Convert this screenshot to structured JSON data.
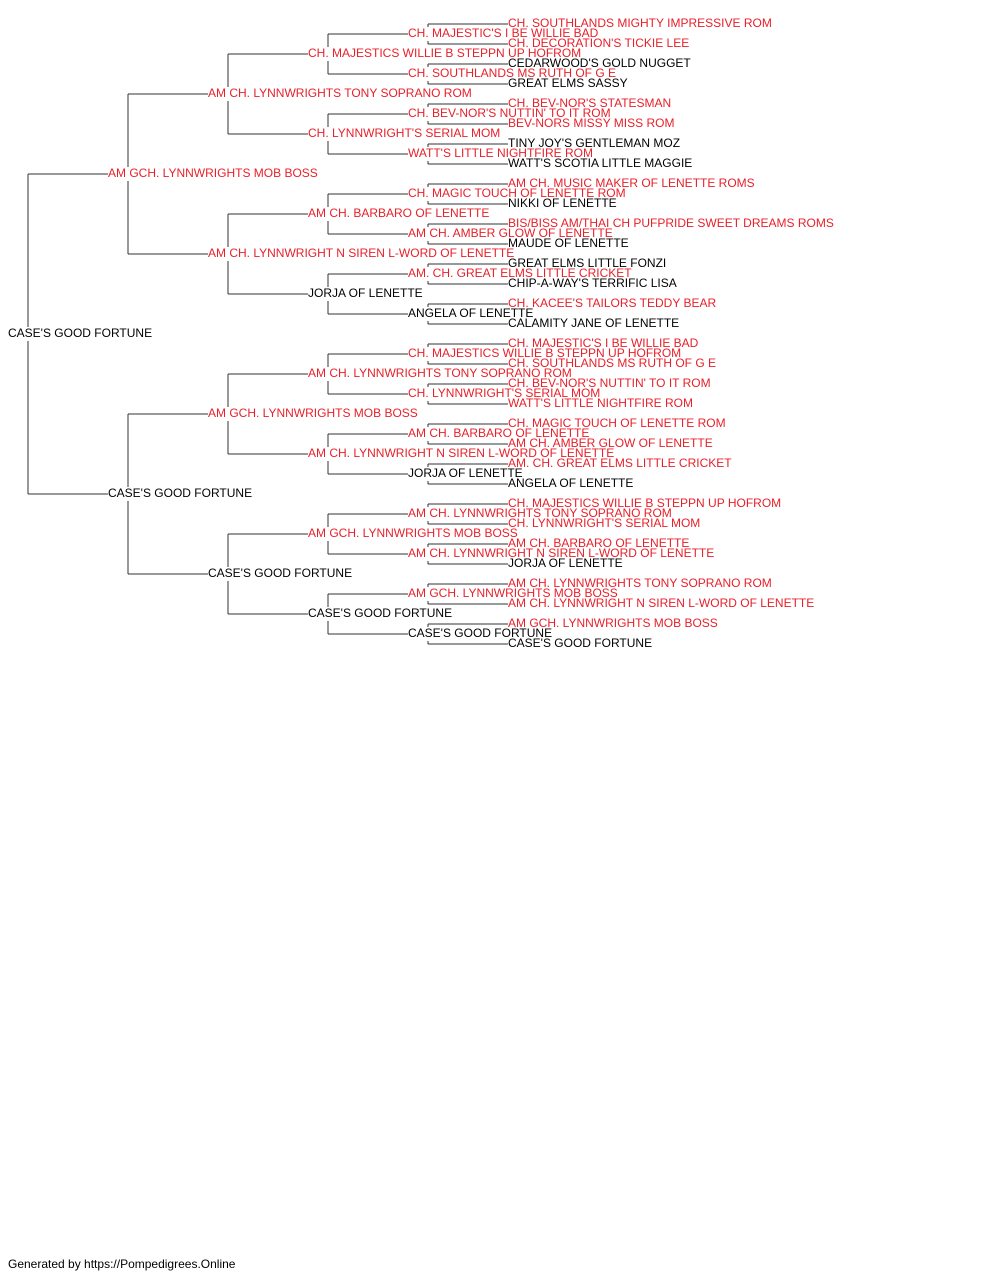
{
  "colors": {
    "titled": "#e8202a",
    "plain": "#000000",
    "line": "#333333"
  },
  "footer": "Generated by https://Pompedigrees.Online",
  "tree": {
    "name": "CASE'S GOOD FORTUNE",
    "titled": false,
    "sire": {
      "name": "AM GCH. LYNNWRIGHTS MOB BOSS",
      "titled": true,
      "sire": {
        "name": "AM CH. LYNNWRIGHTS TONY SOPRANO ROM",
        "titled": true,
        "sire": {
          "name": "CH. MAJESTICS WILLIE B STEPPN UP HOFROM",
          "titled": true,
          "sire": {
            "name": "CH. MAJESTIC'S I BE WILLIE BAD",
            "titled": true,
            "sire": {
              "name": "CH. SOUTHLANDS MIGHTY IMPRESSIVE ROM",
              "titled": true
            },
            "dam": {
              "name": "CH. DECORATION'S TICKIE LEE",
              "titled": true
            }
          },
          "dam": {
            "name": "CH. SOUTHLANDS MS RUTH OF G E",
            "titled": true,
            "sire": {
              "name": "CEDARWOOD'S GOLD NUGGET",
              "titled": false
            },
            "dam": {
              "name": "GREAT ELMS SASSY",
              "titled": false
            }
          }
        },
        "dam": {
          "name": "CH. LYNNWRIGHT'S SERIAL MOM",
          "titled": true,
          "sire": {
            "name": "CH. BEV-NOR'S NUTTIN' TO IT ROM",
            "titled": true,
            "sire": {
              "name": "CH. BEV-NOR'S STATESMAN",
              "titled": true
            },
            "dam": {
              "name": "BEV-NORS MISSY MISS ROM",
              "titled": true
            }
          },
          "dam": {
            "name": "WATT'S LITTLE NIGHTFIRE ROM",
            "titled": true,
            "sire": {
              "name": "TINY JOY'S GENTLEMAN MOZ",
              "titled": false
            },
            "dam": {
              "name": "WATT'S SCOTIA LITTLE MAGGIE",
              "titled": false
            }
          }
        }
      },
      "dam": {
        "name": "AM CH. LYNNWRIGHT N SIREN L-WORD OF LENETTE",
        "titled": true,
        "sire": {
          "name": "AM CH. BARBARO OF LENETTE",
          "titled": true,
          "sire": {
            "name": "CH. MAGIC TOUCH OF LENETTE ROM",
            "titled": true,
            "sire": {
              "name": "AM CH. MUSIC MAKER OF LENETTE ROMS",
              "titled": true
            },
            "dam": {
              "name": "NIKKI OF LENETTE",
              "titled": false
            }
          },
          "dam": {
            "name": "AM CH. AMBER GLOW OF LENETTE",
            "titled": true,
            "sire": {
              "name": "BIS/BISS AM/THAI CH PUFPRIDE SWEET DREAMS ROMS",
              "titled": true
            },
            "dam": {
              "name": "MAUDE OF LENETTE",
              "titled": false
            }
          }
        },
        "dam": {
          "name": "JORJA OF LENETTE",
          "titled": false,
          "sire": {
            "name": "AM. CH. GREAT ELMS LITTLE CRICKET",
            "titled": true,
            "sire": {
              "name": "GREAT ELMS LITTLE FONZI",
              "titled": false
            },
            "dam": {
              "name": "CHIP-A-WAY'S TERRIFIC LISA",
              "titled": false
            }
          },
          "dam": {
            "name": "ANGELA OF LENETTE",
            "titled": false,
            "sire": {
              "name": "CH. KACEE'S TAILORS TEDDY BEAR",
              "titled": true
            },
            "dam": {
              "name": "CALAMITY JANE OF LENETTE",
              "titled": false
            }
          }
        }
      }
    },
    "dam": {
      "name": "CASE'S GOOD FORTUNE",
      "titled": false,
      "sire": {
        "name": "AM GCH. LYNNWRIGHTS MOB BOSS",
        "titled": true,
        "sire": {
          "name": "AM CH. LYNNWRIGHTS TONY SOPRANO ROM",
          "titled": true,
          "sire": {
            "name": "CH. MAJESTICS WILLIE B STEPPN UP HOFROM",
            "titled": true,
            "sire": {
              "name": "CH. MAJESTIC'S I BE WILLIE BAD",
              "titled": true
            },
            "dam": {
              "name": "CH. SOUTHLANDS MS RUTH OF G E",
              "titled": true
            }
          },
          "dam": {
            "name": "CH. LYNNWRIGHT'S SERIAL MOM",
            "titled": true,
            "sire": {
              "name": "CH. BEV-NOR'S NUTTIN' TO IT ROM",
              "titled": true
            },
            "dam": {
              "name": "WATT'S LITTLE NIGHTFIRE ROM",
              "titled": true
            }
          }
        },
        "dam": {
          "name": "AM CH. LYNNWRIGHT N SIREN L-WORD OF LENETTE",
          "titled": true,
          "sire": {
            "name": "AM CH. BARBARO OF LENETTE",
            "titled": true,
            "sire": {
              "name": "CH. MAGIC TOUCH OF LENETTE ROM",
              "titled": true
            },
            "dam": {
              "name": "AM CH. AMBER GLOW OF LENETTE",
              "titled": true
            }
          },
          "dam": {
            "name": "JORJA OF LENETTE",
            "titled": false,
            "sire": {
              "name": "AM. CH. GREAT ELMS LITTLE CRICKET",
              "titled": true
            },
            "dam": {
              "name": "ANGELA OF LENETTE",
              "titled": false
            }
          }
        }
      },
      "dam": {
        "name": "CASE'S GOOD FORTUNE",
        "titled": false,
        "sire": {
          "name": "AM GCH. LYNNWRIGHTS MOB BOSS",
          "titled": true,
          "sire": {
            "name": "AM CH. LYNNWRIGHTS TONY SOPRANO ROM",
            "titled": true,
            "sire": {
              "name": "CH. MAJESTICS WILLIE B STEPPN UP HOFROM",
              "titled": true
            },
            "dam": {
              "name": "CH. LYNNWRIGHT'S SERIAL MOM",
              "titled": true
            }
          },
          "dam": {
            "name": "AM CH. LYNNWRIGHT N SIREN L-WORD OF LENETTE",
            "titled": true,
            "sire": {
              "name": "AM CH. BARBARO OF LENETTE",
              "titled": true
            },
            "dam": {
              "name": "JORJA OF LENETTE",
              "titled": false
            }
          }
        },
        "dam": {
          "name": "CASE'S GOOD FORTUNE",
          "titled": false,
          "sire": {
            "name": "AM GCH. LYNNWRIGHTS MOB BOSS",
            "titled": true,
            "sire": {
              "name": "AM CH. LYNNWRIGHTS TONY SOPRANO ROM",
              "titled": true
            },
            "dam": {
              "name": "AM CH. LYNNWRIGHT N SIREN L-WORD OF LENETTE",
              "titled": true
            }
          },
          "dam": {
            "name": "CASE'S GOOD FORTUNE",
            "titled": false,
            "sire": {
              "name": "AM GCH. LYNNWRIGHTS MOB BOSS",
              "titled": true
            },
            "dam": {
              "name": "CASE'S GOOD FORTUNE",
              "titled": false
            }
          }
        }
      }
    }
  }
}
